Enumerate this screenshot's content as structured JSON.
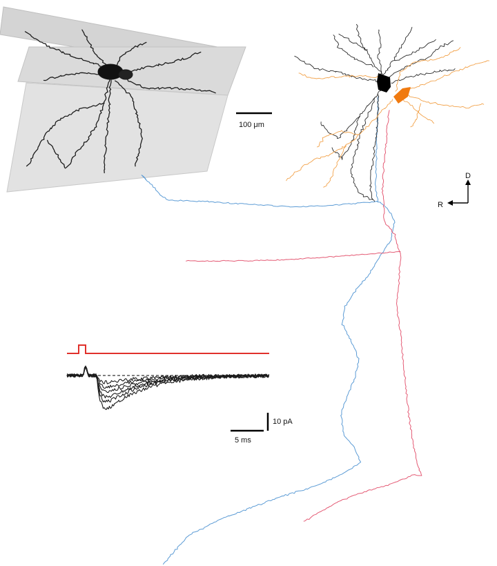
{
  "figure": {
    "scale_bar": {
      "label": "100 μm"
    },
    "orientation": {
      "dorsal_label": "D",
      "rostral_label": "R"
    },
    "recording": {
      "amplitude_bar_label": "10 pA",
      "time_bar_label": "5 ms",
      "trace_count": 6
    },
    "colors": {
      "axon_blue": "#5b9bd5",
      "axon_red": "#e45a74",
      "dendrite_orange": "#f2a24a",
      "soma_orange": "#f07a10",
      "dendrite_dark": "#2a2a2a",
      "stimulus_red": "#e0302b",
      "micrograph_bg": "#dcdcdc"
    }
  }
}
